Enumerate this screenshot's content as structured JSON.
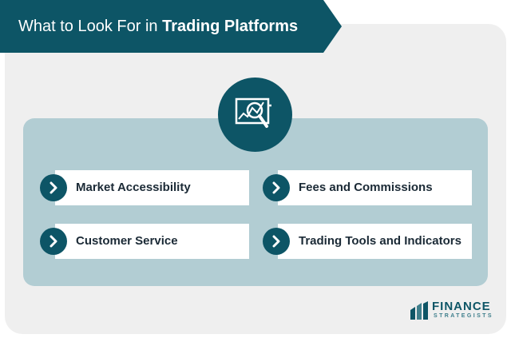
{
  "header": {
    "title_regular": "What to Look For in",
    "title_bold": "Trading Platforms"
  },
  "items": [
    {
      "label": "Market Accessibility"
    },
    {
      "label": "Fees and Commissions"
    },
    {
      "label": "Customer Service"
    },
    {
      "label": "Trading Tools and Indicators"
    }
  ],
  "brand": {
    "name": "FINANCE",
    "sub": "STRATEGISTS"
  },
  "colors": {
    "primary": "#0d5566",
    "panel": "#b2cdd3",
    "background": "#efefef"
  },
  "icons": {
    "emblem": "chart-magnifier-icon",
    "bullet": "chevron-right-icon"
  }
}
